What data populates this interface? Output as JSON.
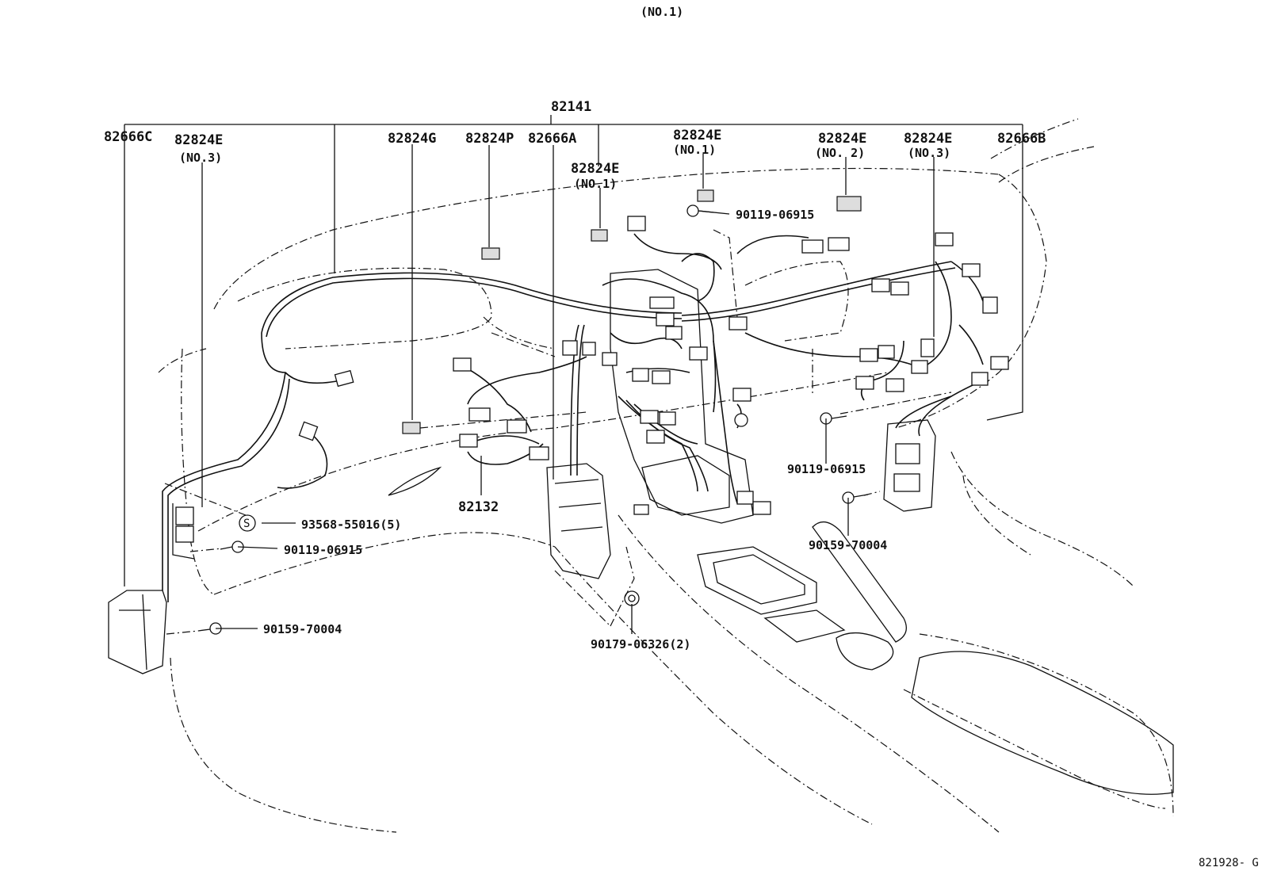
{
  "header": {
    "title": "(NO.1)"
  },
  "footer": {
    "code": "821928- G"
  },
  "labels": {
    "harness_main": "82141",
    "l_82666C": "82666C",
    "l_82824E_left": "82824E",
    "l_82824E_left_sub": "(NO.3)",
    "l_82824G": "82824G",
    "l_82824P": "82824P",
    "l_82666A": "82666A",
    "l_82824E_mid": "82824E",
    "l_82824E_mid_sub": "(NO.1)",
    "l_82824E_top": "82824E",
    "l_82824E_top_sub": "(NO.1)",
    "l_82824E_no2": "82824E",
    "l_82824E_no2_sub": "(NO. 2)",
    "l_82824E_right": "82824E",
    "l_82824E_right_sub": "(NO.3)",
    "l_82666B": "82666B",
    "l_82132": "82132",
    "bolt_top": "90119-06915",
    "bolt_right": "90119-06915",
    "bolt_left": "90119-06915",
    "bolt_90159_right": "90159-70004",
    "bolt_90159_left": "90159-70004",
    "clip_93568": "93568-55016(5)",
    "clip_symbol": "S",
    "nut_90179": "90179-06326(2)"
  }
}
